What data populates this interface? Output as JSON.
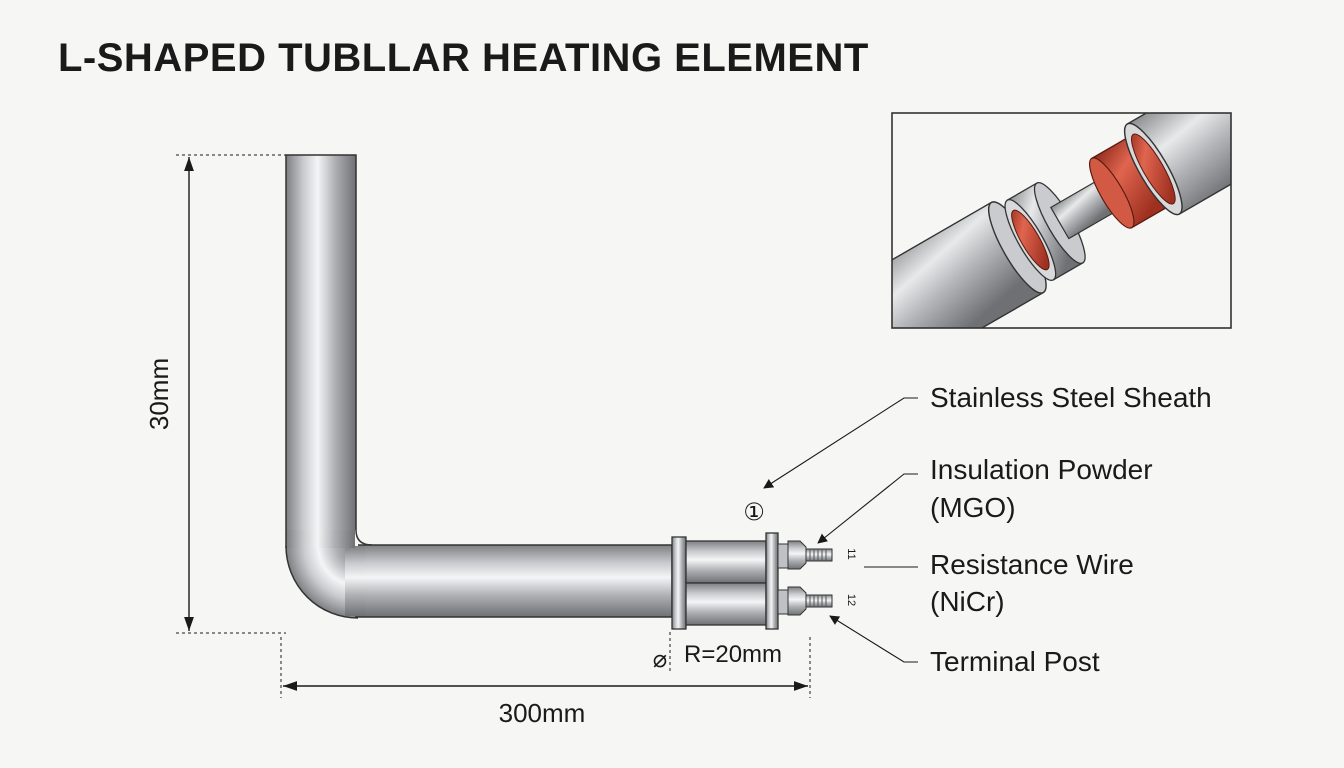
{
  "title": "L-SHAPED TUBLLAR HEATING ELEMENT",
  "dimensions": {
    "vertical": "30mm",
    "horizontal": "300mm",
    "diameter_symbol": "⌀",
    "radius": "R=20mm"
  },
  "callouts": {
    "sheath": "Stainless Steel Sheath",
    "insulation_line1": "Insulation Powder",
    "insulation_line2": "(MGO)",
    "wire_line1": "Resistance Wire",
    "wire_line2": "(NiCr)",
    "terminal": "Terminal Post"
  },
  "markers": {
    "circled": "①",
    "pin1": "11",
    "pin2": "12"
  },
  "colors": {
    "background": "#f6f6f4",
    "steel": "#a8aaad",
    "core": "#c8442f",
    "line": "#1a1a1a"
  }
}
